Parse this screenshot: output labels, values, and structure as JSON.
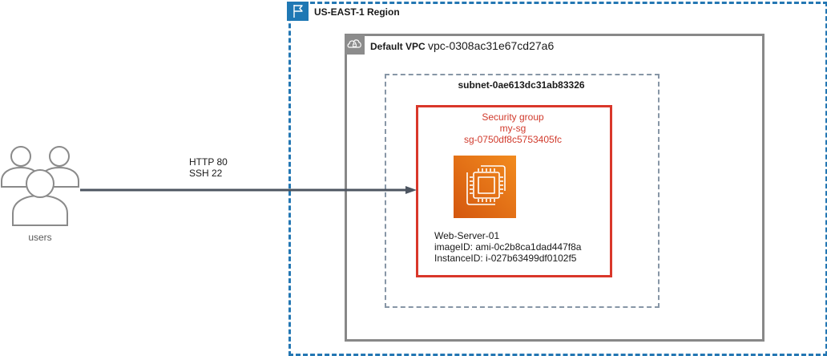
{
  "region": {
    "label": "US-EAST-1 Region",
    "icon": "region-flag-icon",
    "color": "#2477b3"
  },
  "vpc": {
    "label": "Default VPC",
    "id": "vpc-0308ac31e67cd27a6",
    "icon": "vpc-cloud-lock-icon",
    "color": "#888888"
  },
  "subnet": {
    "label": "subnet-0ae613dc31ab83326",
    "color": "#8796a6"
  },
  "security_group": {
    "title": "Security group",
    "name": "my-sg",
    "id": "sg-0750df8c5753405fc",
    "color": "#d9372a"
  },
  "server": {
    "icon": "ec2-instance-icon",
    "name": "Web-Server-01",
    "image_id": "imageID: ami-0c2b8ca1dad447f8a",
    "instance_id": "InstanceID: i-027b63499df0102f5"
  },
  "users": {
    "label": "users",
    "icon": "users-group-icon"
  },
  "connection": {
    "line1": "HTTP 80",
    "line2": "SSH 22",
    "color": "#4d5561"
  }
}
